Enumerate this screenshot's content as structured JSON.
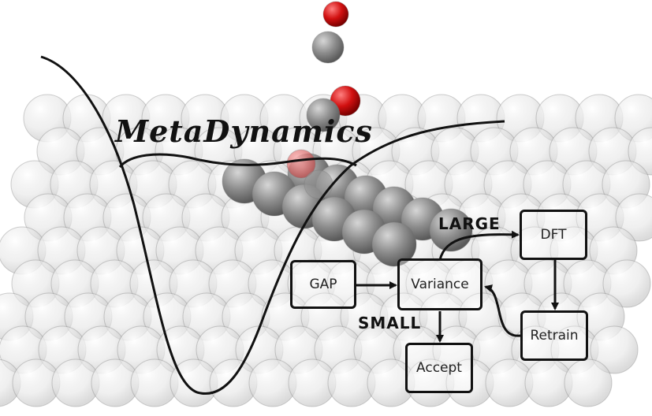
{
  "title": "MetaDynamics",
  "nodes": {
    "gap": "GAP",
    "variance": "Variance",
    "dft": "DFT",
    "retrain": "Retrain",
    "accept": "Accept"
  },
  "edge_labels": {
    "large": "LARGE",
    "small": "SMALL"
  }
}
